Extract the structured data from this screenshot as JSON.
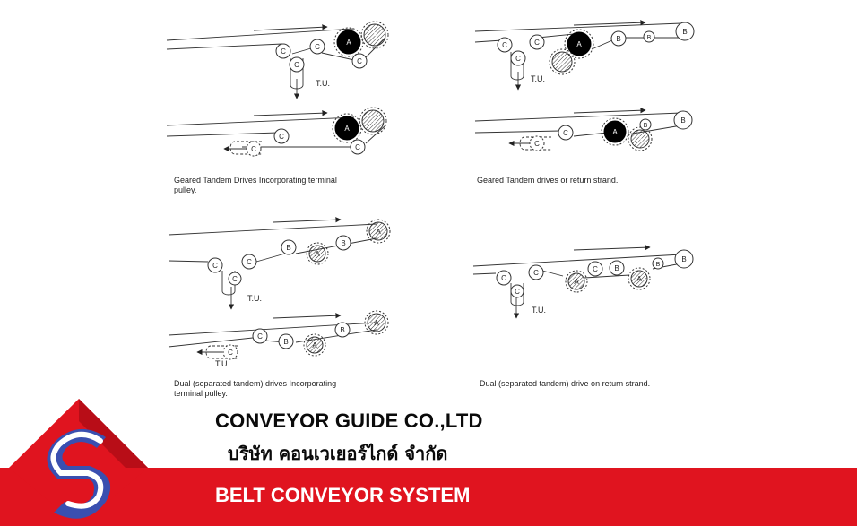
{
  "captions": {
    "geared_terminal": "Geared Tandem Drives Incorporating terminal\npulley.",
    "geared_return": "Geared Tandem drives or return strand.",
    "dual_terminal": "Dual (separated tandem) drives Incorporating\nterminal pulley.",
    "dual_return": "Dual (separated tandem) drive on return strand."
  },
  "pulley_labels": {
    "drive": "A",
    "bend": "B",
    "snub": "C"
  },
  "take_up_label": "T.U.",
  "company": {
    "name_en": "CONVEYOR GUIDE CO.,LTD",
    "name_th": "บริษัท คอนเวเยอร์ไกด์ จำกัด"
  },
  "banner": {
    "title": "BELT CONVEYOR SYSTEM",
    "color": "#e0141f"
  },
  "logo": {
    "icon": "company-logo-icon",
    "colors": [
      "#e0141f",
      "#3a4fb0",
      "#ffffff"
    ]
  }
}
